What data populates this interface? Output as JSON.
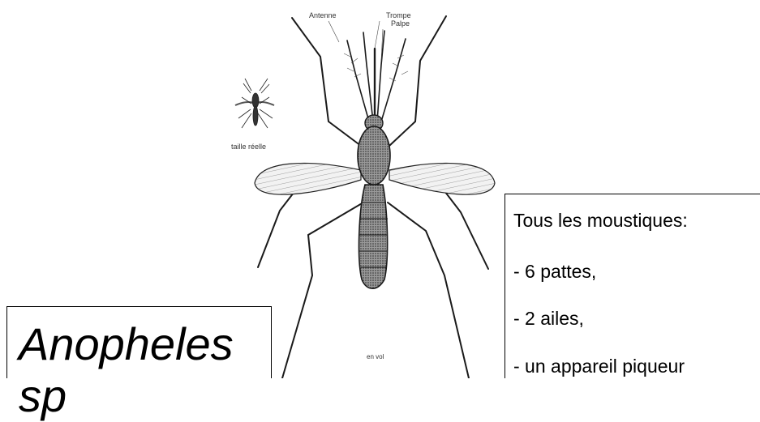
{
  "figure": {
    "labels": {
      "antenna": "Antenne",
      "proboscis": "Trompe",
      "palp": "Palpe",
      "real_size": "taille réelle",
      "in_flight": "en vol"
    },
    "species_name": "Anopheles sp",
    "info": {
      "heading": "Tous les moustiques:",
      "items": [
        "- 6 pattes,",
        "- 2 ailes,",
        "- un appareil piqueur"
      ]
    },
    "colors": {
      "ink": "#1a1a1a",
      "body_fill": "#b8b8b8"
    }
  }
}
